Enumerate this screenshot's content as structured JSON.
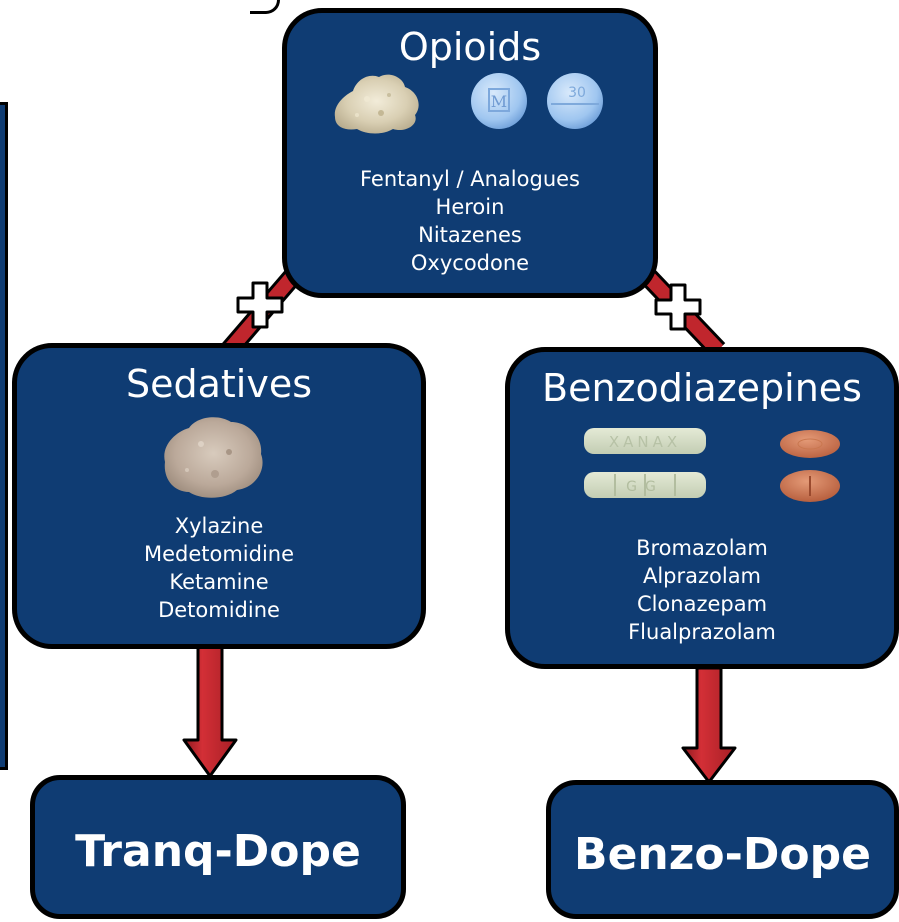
{
  "colors": {
    "box_fill": "#0f3c73",
    "box_border": "#000000",
    "connector": "#c0262d",
    "text": "#ffffff",
    "result_text": "#ffffff"
  },
  "icons": {
    "plus": "plus-icon",
    "arrow": "arrow-down-icon"
  },
  "opioids": {
    "title": "Opioids",
    "items": [
      "Fentanyl / Analogues",
      "Heroin",
      "Nitazenes",
      "Oxycodone"
    ],
    "pill_marks": [
      "M",
      "30"
    ]
  },
  "sedatives": {
    "title": "Sedatives",
    "items": [
      "Xylazine",
      "Medetomidine",
      "Ketamine",
      "Detomidine"
    ]
  },
  "benzodiazepines": {
    "title": "Benzodiazepines",
    "items": [
      "Bromazolam",
      "Alprazolam",
      "Clonazepam",
      "Flualprazolam"
    ],
    "bar_marks": [
      "XANAX",
      "GG"
    ]
  },
  "results": {
    "left": "Tranq-Dope",
    "right": "Benzo-Dope"
  }
}
